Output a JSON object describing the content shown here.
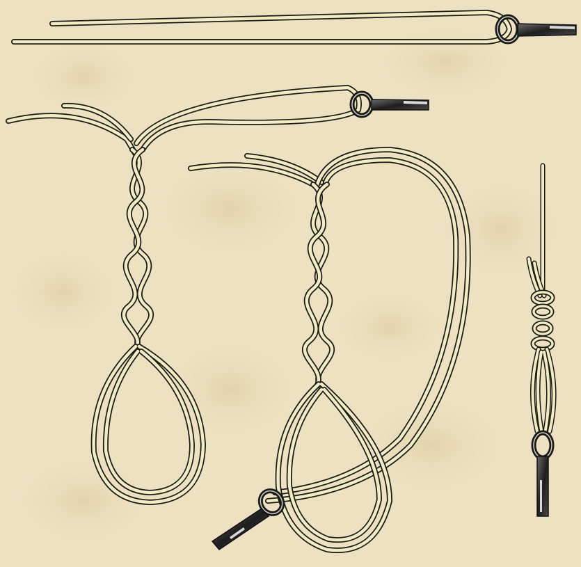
{
  "title": "",
  "colors": {
    "background": "#eee1c2",
    "background_blot": "#e3d3ae",
    "line_fill": "#f1ecc4",
    "line_outline": "#1a1a14",
    "hook_metal": "#2b2b2b",
    "hook_highlight": "#d9d9d9"
  },
  "steps": [
    {
      "id": "step-1",
      "description_icon": "line-through-hook-eye-icon"
    },
    {
      "id": "step-2",
      "description_icon": "doubled-line-twisted-loop-icon"
    },
    {
      "id": "step-3",
      "description_icon": "hook-passed-through-loop-icon"
    },
    {
      "id": "step-4",
      "description_icon": "finished-knot-icon"
    }
  ]
}
